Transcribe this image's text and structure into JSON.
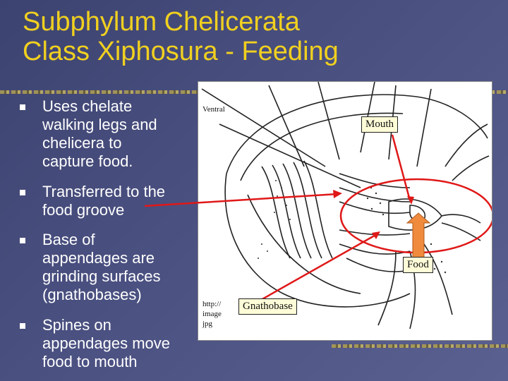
{
  "slide": {
    "title_line1": "Subphylum Chelicerata",
    "title_line2": "Class Xiphosura - Feeding",
    "bullets": [
      {
        "lines": [
          "Uses chelate",
          "walking legs and",
          "chelicera to",
          "capture food."
        ]
      },
      {
        "lines": [
          "Transferred to the",
          "food groove"
        ]
      },
      {
        "lines": [
          "Base of",
          "appendages are",
          "grinding surfaces",
          "(gnathobases)"
        ]
      },
      {
        "lines": [
          "Spines on",
          "appendages move",
          "food to mouth"
        ]
      }
    ],
    "colors": {
      "title": "#f0d020",
      "callout_bg": "#fffcd8",
      "arrow_red": "#e01818",
      "arrow_orange": "#f08a3c"
    }
  },
  "figure": {
    "corner_label": "Ventral",
    "source_lines": [
      "http://",
      "image",
      "jpg"
    ],
    "callouts": {
      "mouth": "Mouth",
      "food": "Food",
      "gnathobase": "Gnathobase"
    }
  }
}
